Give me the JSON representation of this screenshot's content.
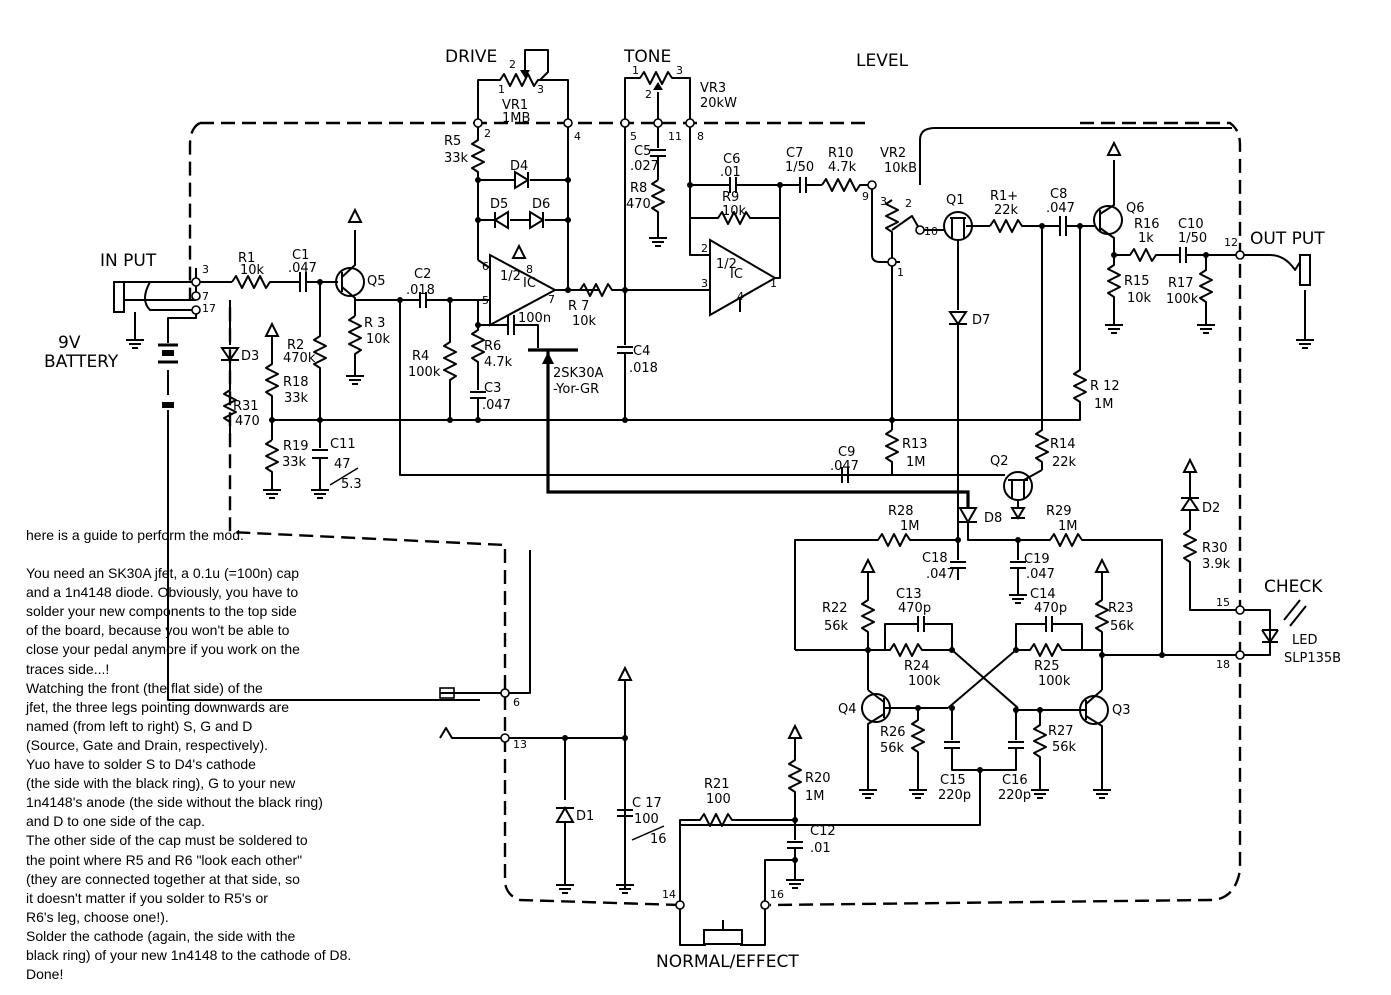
{
  "header_labels": {
    "drive": "DRIVE",
    "tone": "TONE",
    "level": "LEVEL"
  },
  "io_labels": {
    "input": "IN PUT",
    "output": "OUT PUT",
    "battery_line1": "9V",
    "battery_line2": "BATTERY",
    "check": "CHECK",
    "switch": "NORMAL/EFFECT",
    "led": "LED",
    "led_part": "SLP135B"
  },
  "pots": {
    "vr1": {
      "name": "VR1",
      "value": "1MB"
    },
    "vr2": {
      "name": "VR2",
      "value": "10kB"
    },
    "vr3": {
      "name": "VR3",
      "value": "20kW"
    }
  },
  "resistors": {
    "r1": {
      "name": "R1",
      "value": "10k"
    },
    "r2": {
      "name": "R2",
      "value": "470k"
    },
    "r3": {
      "name": "R 3",
      "value": "10k"
    },
    "r4": {
      "name": "R4",
      "value": "100k"
    },
    "r5": {
      "name": "R5",
      "value": "33k"
    },
    "r6": {
      "name": "R6",
      "value": "4.7k"
    },
    "r7": {
      "name": "R 7",
      "value": "10k"
    },
    "r8": {
      "name": "R8",
      "value": "470"
    },
    "r9": {
      "name": "R9",
      "value": "10k"
    },
    "r10": {
      "name": "R10",
      "value": "4.7k"
    },
    "r11": {
      "name": "R1+",
      "value": "22k"
    },
    "r12": {
      "name": "R 12",
      "value": "1M"
    },
    "r13": {
      "name": "R13",
      "value": "1M"
    },
    "r14": {
      "name": "R14",
      "value": "22k"
    },
    "r15": {
      "name": "R15",
      "value": "10k"
    },
    "r16": {
      "name": "R16",
      "value": "1k"
    },
    "r17": {
      "name": "R17",
      "value": "100k"
    },
    "r18": {
      "name": "R18",
      "value": "33k"
    },
    "r19": {
      "name": "R19",
      "value": "33k"
    },
    "r20": {
      "name": "R20",
      "value": "1M"
    },
    "r21": {
      "name": "R21",
      "value": "100"
    },
    "r22": {
      "name": "R22",
      "value": "56k"
    },
    "r23": {
      "name": "R23",
      "value": "56k"
    },
    "r24": {
      "name": "R24",
      "value": "100k"
    },
    "r25": {
      "name": "R25",
      "value": "100k"
    },
    "r26": {
      "name": "R26",
      "value": "56k"
    },
    "r27": {
      "name": "R27",
      "value": "56k"
    },
    "r28": {
      "name": "R28",
      "value": "1M"
    },
    "r29": {
      "name": "R29",
      "value": "1M"
    },
    "r30": {
      "name": "R30",
      "value": "3.9k"
    },
    "r31": {
      "name": "R31",
      "value": "470"
    }
  },
  "capacitors": {
    "c1": {
      "name": "C1",
      "value": ".047"
    },
    "c2": {
      "name": "C2",
      "value": ".018"
    },
    "c3": {
      "name": "C3",
      "value": ".047"
    },
    "c4": {
      "name": "C4",
      "value": ".018"
    },
    "c5": {
      "name": "C5",
      "value": ".027"
    },
    "c6": {
      "name": "C6",
      "value": ".01"
    },
    "c7": {
      "name": "C7",
      "value": "1/50"
    },
    "c8": {
      "name": "C8",
      "value": ".047"
    },
    "c9": {
      "name": "C9",
      "value": ".047"
    },
    "c10": {
      "name": "C10",
      "value": "1/50"
    },
    "c11": {
      "name": "C11",
      "value": "47",
      "value2": "5.3"
    },
    "c12": {
      "name": "C12",
      "value": ".01"
    },
    "c13": {
      "name": "C13",
      "value": "470p"
    },
    "c14": {
      "name": "C14",
      "value": "470p"
    },
    "c15": {
      "name": "C15",
      "value": "220p"
    },
    "c16": {
      "name": "C16",
      "value": "220p"
    },
    "c17": {
      "name": "C 17",
      "value": "100",
      "value2": "16"
    },
    "c18": {
      "name": "C18",
      "value": ".047"
    },
    "c19": {
      "name": "C19",
      "value": ".047"
    },
    "cmod": {
      "value": "100n"
    }
  },
  "semis": {
    "q1": "Q1",
    "q2": "Q2",
    "q3": "Q3",
    "q4": "Q4",
    "q5": "Q5",
    "q6": "Q6",
    "d1": "D1",
    "d2": "D2",
    "d3": "D3",
    "d4": "D4",
    "d5": "D5",
    "d6": "D6",
    "d7": "D7",
    "d8": "D8",
    "ic": "IC",
    "ic_half": "1/2",
    "jfet_part": "2SK30A",
    "jfet_grade": "-Yor-GR"
  },
  "guide": {
    "paragraphs": [
      "here is a guide to perform the mod.",
      "",
      "You need an SK30A jfet, a 0.1u (=100n) cap",
      "and a 1n4148 diode. Obviously, you have to",
      "solder your new components to the top side",
      "of the board, because you won't be able to",
      "close your pedal anymore if you work on the",
      "traces side...!",
      "Watching the front (the flat side) of the",
      "jfet, the three legs pointing downwards are",
      "named (from left to right) S, G and D",
      "(Source, Gate and Drain, respectively).",
      "Yuo have to solder S to D4's cathode",
      "(the side with the black ring), G to your new",
      "1n4148's anode (the side without the black ring)",
      "and D to one side of the cap.",
      "The other side of the cap must be soldered to",
      "the point where R5 and R6 \"look each other\"",
      "(they are connected together at that side, so",
      "it doesn't matter if you solder to R5's or",
      "R6's leg, choose one!).",
      "Solder the cathode (again, the side with the",
      "black ring) of your new 1n4148 to the cathode of D8.",
      "Done!"
    ]
  }
}
